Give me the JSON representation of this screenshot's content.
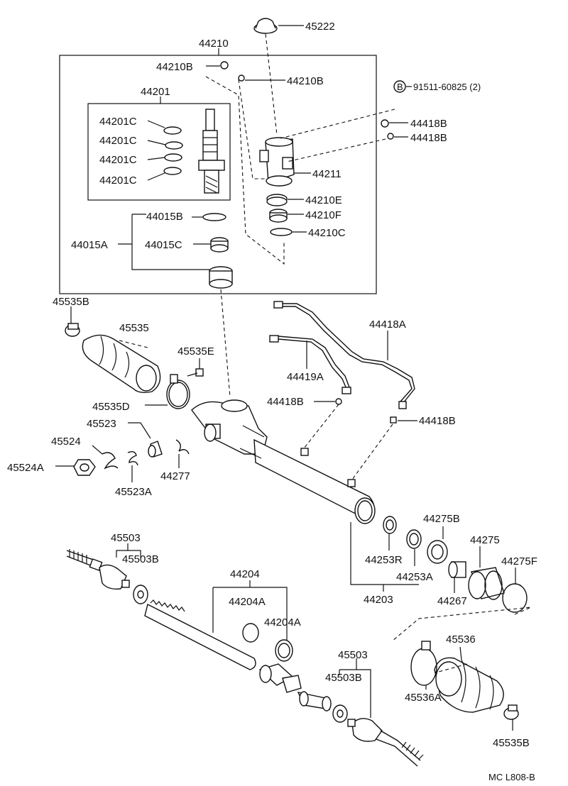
{
  "labels": {
    "p45222": "45222",
    "p44210": "44210",
    "p44210B_a": "44210B",
    "p44210B_b": "44210B",
    "p44201": "44201",
    "p44201C_1": "44201C",
    "p44201C_2": "44201C",
    "p44201C_3": "44201C",
    "p44201C_4": "44201C",
    "p91511": "91511-60825 (2)",
    "p91511_sym": "B",
    "p44418B_1": "44418B",
    "p44418B_2": "44418B",
    "p44211": "44211",
    "p44210E": "44210E",
    "p44210F": "44210F",
    "p44210C": "44210C",
    "p44015B": "44015B",
    "p44015A": "44015A",
    "p44015C": "44015C",
    "p45535B_1": "45535B",
    "p45535": "45535",
    "p44418A": "44418A",
    "p45535E": "45535E",
    "p44419A": "44419A",
    "p44418B_3": "44418B",
    "p44418B_4": "44418B",
    "p45535D": "45535D",
    "p45523": "45523",
    "p45524": "45524",
    "p45524A": "45524A",
    "p45523A": "45523A",
    "p44277": "44277",
    "p45503_1": "45503",
    "p45503B_1": "45503B",
    "p44204": "44204",
    "p44204A_1": "44204A",
    "p44204A_2": "44204A",
    "p44253R": "44253R",
    "p44253A": "44253A",
    "p44203": "44203",
    "p44275B": "44275B",
    "p44275": "44275",
    "p44275F": "44275F",
    "p44267": "44267",
    "p45536": "45536",
    "p45536A": "45536A",
    "p45503_2": "45503",
    "p45503B_2": "45503B",
    "p45535B_2": "45535B",
    "footer": "MC L808-B"
  }
}
